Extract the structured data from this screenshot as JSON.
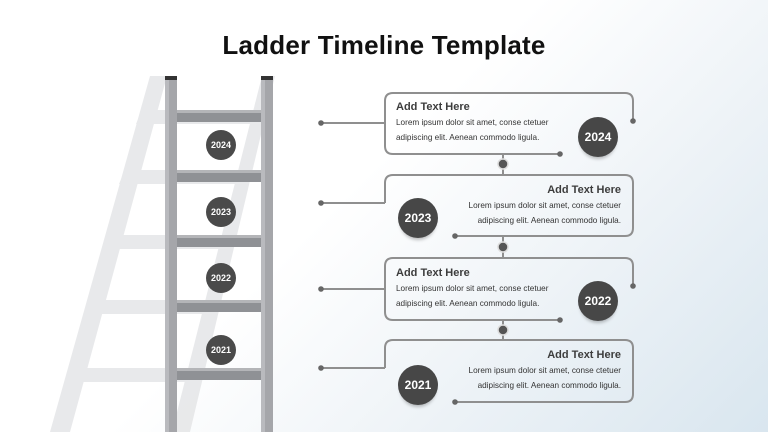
{
  "title": "Ladder Timeline Template",
  "colors": {
    "frame": "#8f8f8f",
    "circle": "#474747",
    "ladder_rail": "#9c9da1",
    "ladder_rung": "#8d8f93"
  },
  "ladder_years": [
    "2024",
    "2023",
    "2022",
    "2021"
  ],
  "cards": [
    {
      "year": "2024",
      "heading": "Add Text Here",
      "line1": "Lorem ipsum dolor sit amet, conse ctetuer",
      "line2": "adipiscing elit. Aenean commodo ligula."
    },
    {
      "year": "2023",
      "heading": "Add Text Here",
      "line1": "Lorem ipsum dolor sit amet, conse ctetuer",
      "line2": "adipiscing elit. Aenean commodo ligula."
    },
    {
      "year": "2022",
      "heading": "Add Text Here",
      "line1": "Lorem ipsum dolor sit amet, conse ctetuer",
      "line2": "adipiscing elit. Aenean commodo ligula."
    },
    {
      "year": "2021",
      "heading": "Add Text Here",
      "line1": "Lorem ipsum dolor sit amet, conse ctetuer",
      "line2": "adipiscing elit. Aenean commodo ligula."
    }
  ]
}
